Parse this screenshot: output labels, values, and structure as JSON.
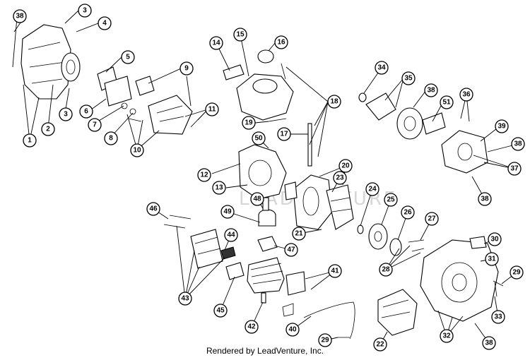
{
  "diagram": {
    "footer_text": "Rendered by LeadVenture, Inc.",
    "watermark_text": "LEADVENTURE",
    "callouts": [
      "38",
      "3",
      "4",
      "5",
      "9",
      "14",
      "15",
      "16",
      "34",
      "35",
      "36",
      "38",
      "51",
      "1",
      "2",
      "3",
      "6",
      "7",
      "8",
      "10",
      "11",
      "18",
      "19",
      "17",
      "50",
      "12",
      "13",
      "20",
      "23",
      "39",
      "38",
      "37",
      "38",
      "48",
      "49",
      "24",
      "25",
      "46",
      "21",
      "26",
      "27",
      "44",
      "47",
      "30",
      "31",
      "28",
      "43",
      "41",
      "29",
      "45",
      "33",
      "42",
      "40",
      "32",
      "38",
      "29",
      "22"
    ]
  }
}
